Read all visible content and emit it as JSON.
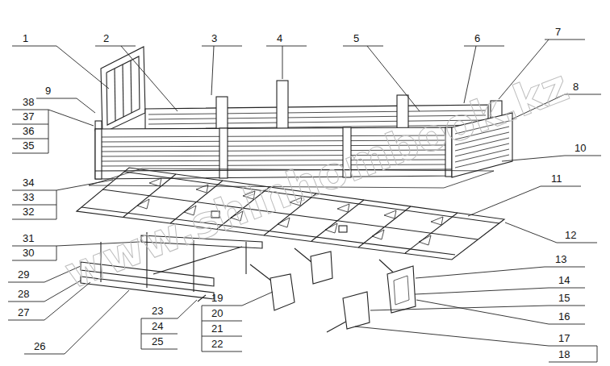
{
  "diagram": {
    "labels": [
      "1",
      "2",
      "3",
      "4",
      "5",
      "6",
      "7",
      "8",
      "9",
      "38",
      "37",
      "36",
      "35",
      "10",
      "34",
      "33",
      "32",
      "11",
      "31",
      "30",
      "12",
      "29",
      "13",
      "28",
      "14",
      "27",
      "15",
      "23",
      "24",
      "25",
      "16",
      "19",
      "20",
      "21",
      "22",
      "26",
      "17",
      "18",
      "www.shinhombook.kz"
    ]
  }
}
